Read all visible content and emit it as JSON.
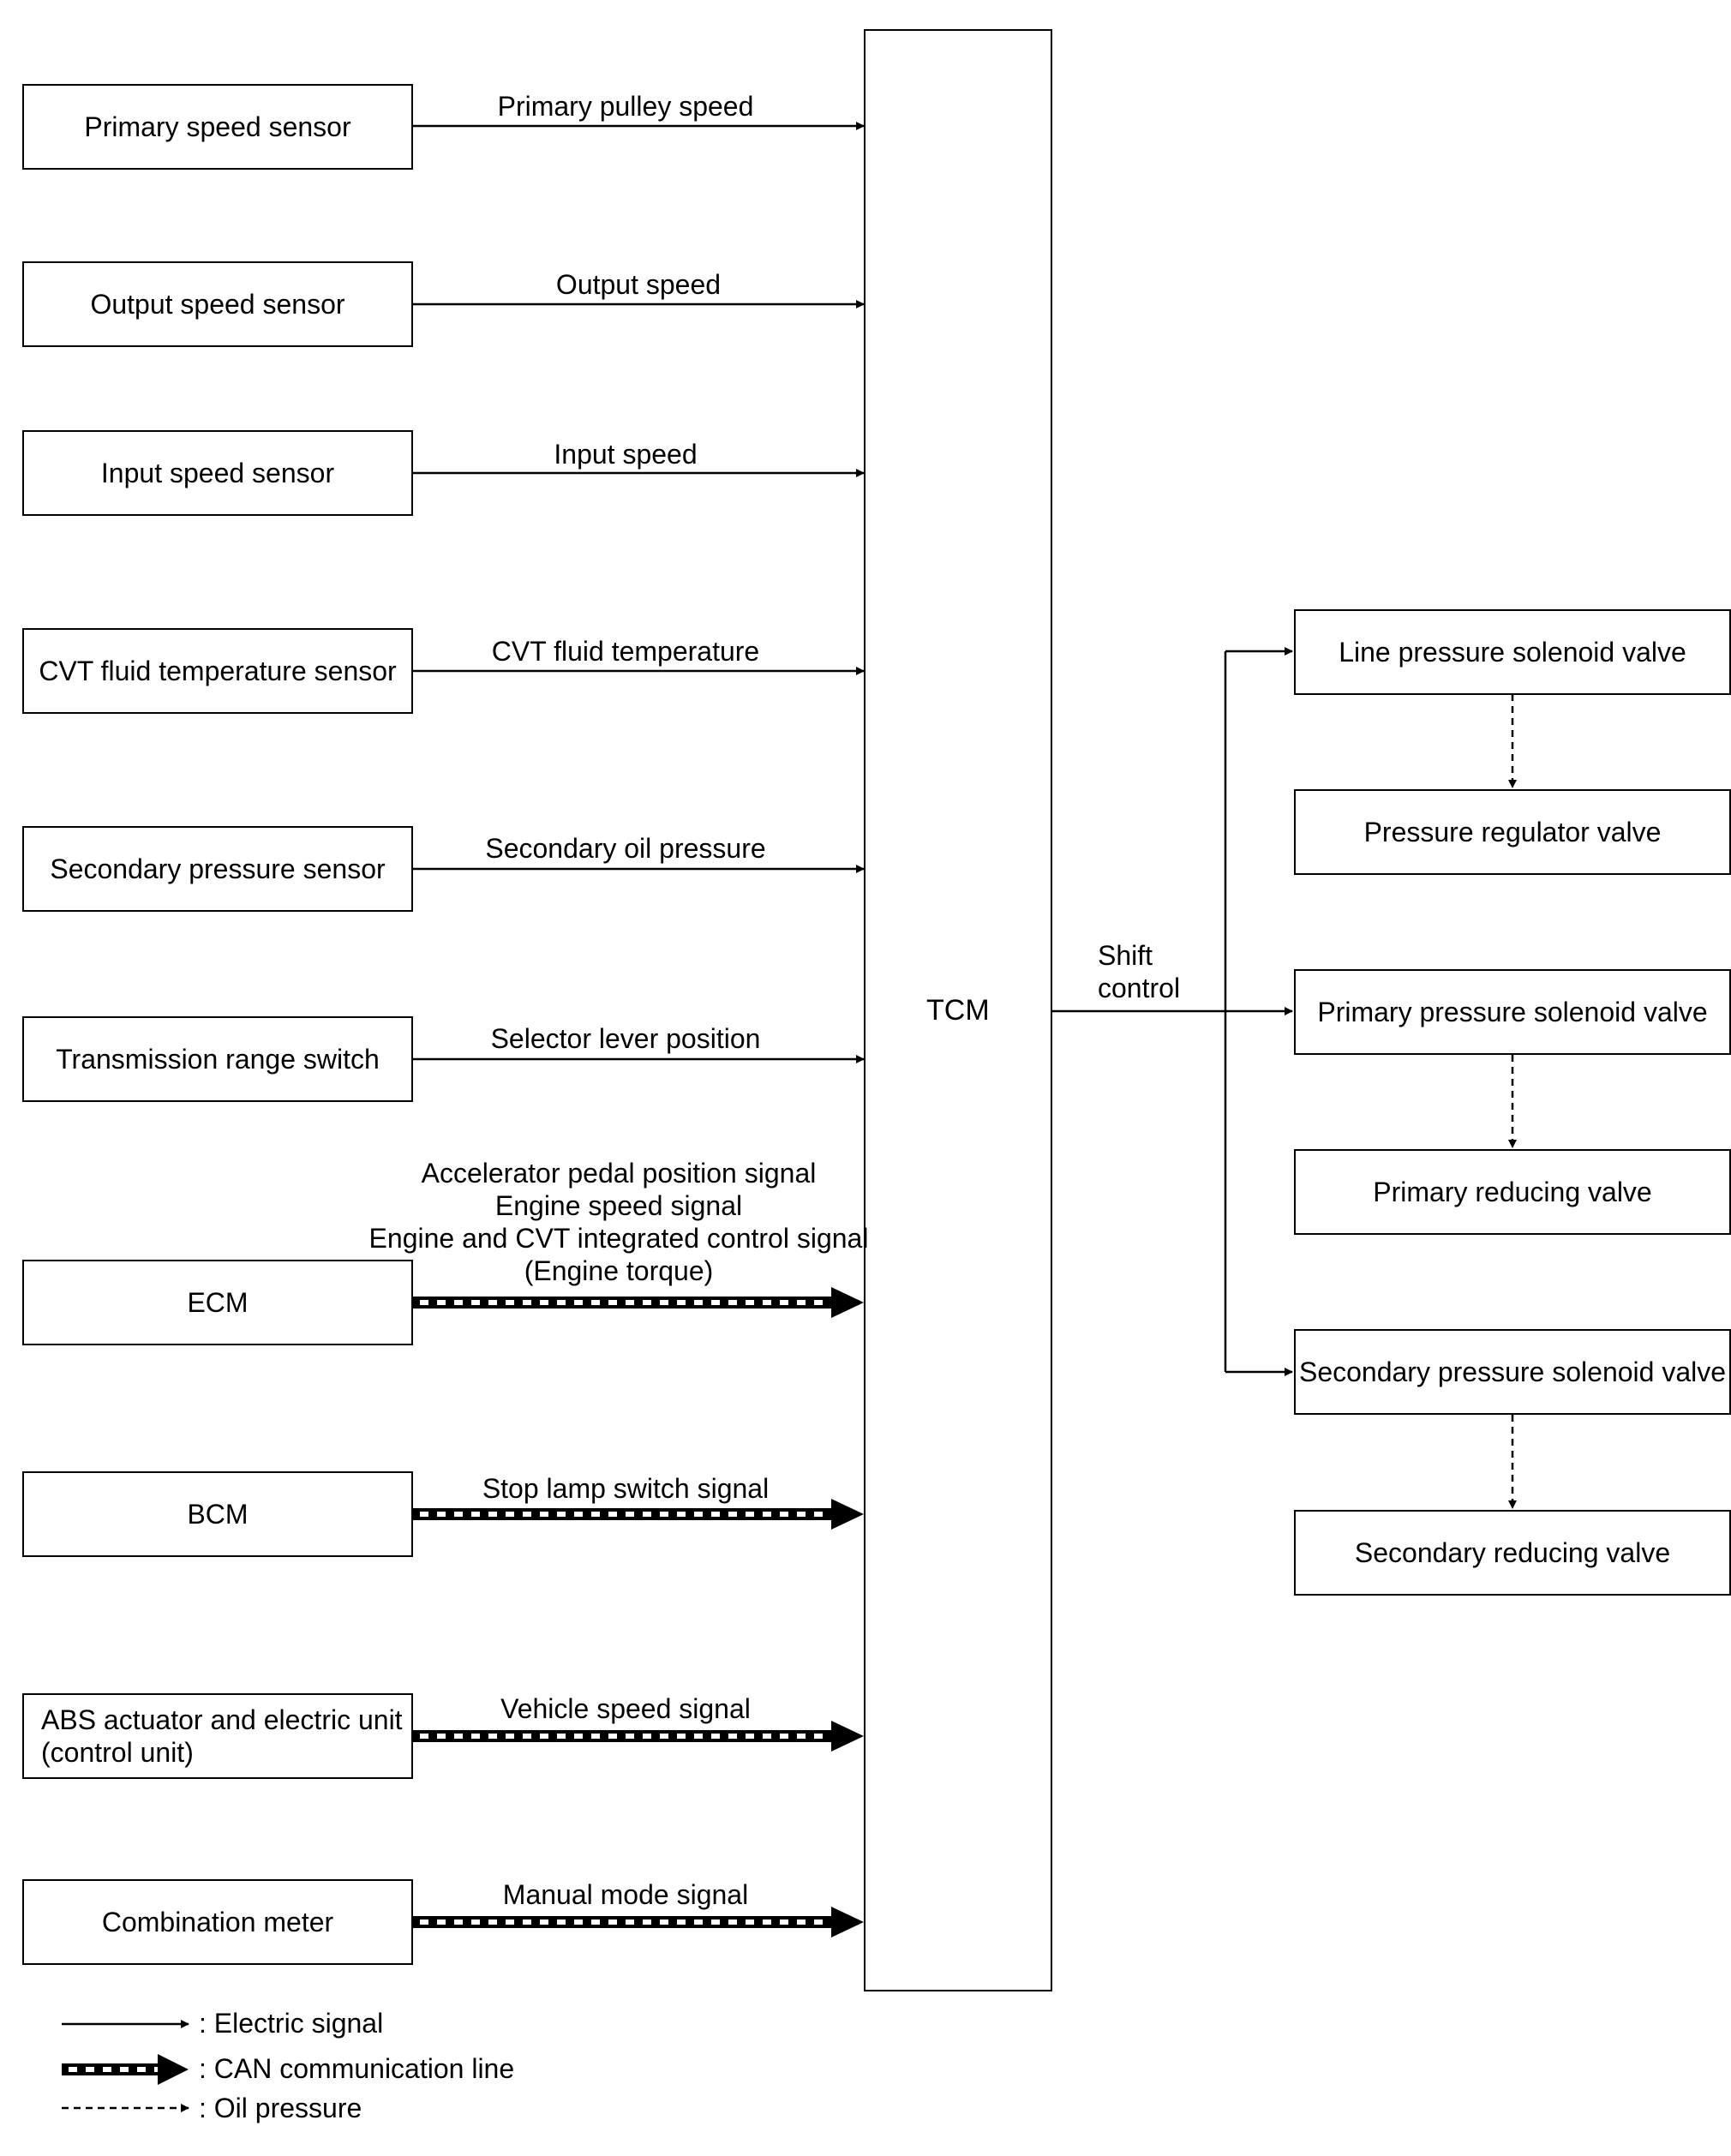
{
  "tcm": {
    "label": "TCM"
  },
  "inputs": [
    {
      "box": "Primary speed sensor",
      "signal": "Primary pulley speed",
      "type": "electric"
    },
    {
      "box": "Output speed sensor",
      "signal": "Output speed",
      "type": "electric"
    },
    {
      "box": "Input speed sensor",
      "signal": "Input speed",
      "type": "electric"
    },
    {
      "box": "CVT fluid temperature sensor",
      "signal": "CVT fluid temperature",
      "type": "electric"
    },
    {
      "box": "Secondary pressure sensor",
      "signal": "Secondary oil pressure",
      "type": "electric"
    },
    {
      "box": "Transmission range switch",
      "signal": "Selector lever position",
      "type": "electric"
    },
    {
      "box": "ECM",
      "signal_lines": [
        "Accelerator pedal position signal",
        "Engine speed signal",
        "Engine and CVT integrated control signal",
        "(Engine torque)"
      ],
      "type": "can"
    },
    {
      "box": "BCM",
      "signal": "Stop lamp switch signal",
      "type": "can"
    },
    {
      "box_lines": [
        "ABS actuator and electric unit",
        "(control unit)"
      ],
      "signal": "Vehicle speed signal",
      "type": "can"
    },
    {
      "box": "Combination meter",
      "signal": "Manual mode signal",
      "type": "can"
    }
  ],
  "output": {
    "label_lines": [
      "Shift",
      "control"
    ]
  },
  "outputs": [
    "Line pressure solenoid valve",
    "Pressure regulator valve",
    "Primary pressure solenoid valve",
    "Primary reducing valve",
    "Secondary pressure solenoid valve",
    "Secondary reducing valve"
  ],
  "legend": [
    {
      "type": "electric",
      "label": ": Electric signal"
    },
    {
      "type": "can",
      "label": ": CAN communication line"
    },
    {
      "type": "oil",
      "label": ": Oil pressure"
    }
  ]
}
